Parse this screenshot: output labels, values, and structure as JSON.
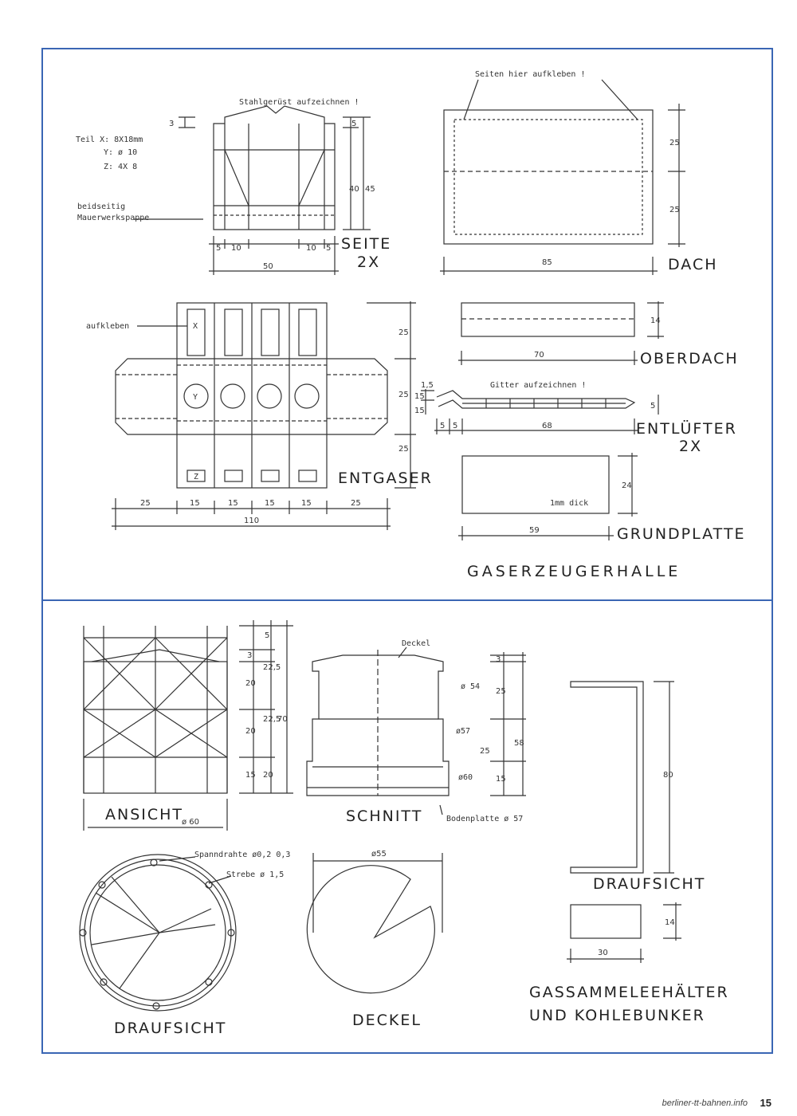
{
  "sections": {
    "top_title": "GASERZEUGERHALLE",
    "bottom_title_line1": "GASSAMMELEEHÄLTER",
    "bottom_title_line2": "UND KOHLEBUNKER"
  },
  "parts": {
    "seite": {
      "title": "SEITE",
      "count": "2X",
      "note_top": "Stahlgerüst aufzeichnen !",
      "legend_x": "Teil  X:  8X18mm",
      "legend_y": "Y:  ø 10",
      "legend_z": "Z:  4X 8",
      "note_side_1": "beidseitig",
      "note_side_2": "Mauerwerkspappe",
      "dims": {
        "d5a": "5",
        "d10a": "10",
        "d10b": "10",
        "d5b": "5",
        "w": "50",
        "h40": "40",
        "h45": "45",
        "t3": "3",
        "t5": "5"
      }
    },
    "dach": {
      "title": "DACH",
      "note": "Seiten  hier  aufkleben !",
      "w": "85",
      "h1": "25",
      "h2": "25"
    },
    "entgaser": {
      "title": "ENTGASER",
      "note": "aufkleben",
      "x": "X",
      "y": "Y",
      "z": "Z",
      "dims": {
        "a": "25",
        "b": "15",
        "c": "15",
        "d": "15",
        "e": "15",
        "f": "25",
        "total": "110",
        "v1": "25",
        "v2": "25",
        "v3": "25",
        "v4": "15",
        "v5": "15"
      }
    },
    "oberdach": {
      "title": "OBERDACH",
      "w": "70",
      "h": "14"
    },
    "entluefter": {
      "title": "ENTLÜFTER",
      "count": "2X",
      "note": "Gitter  aufzeichnen !",
      "d1": "5",
      "d2": "5",
      "w": "68",
      "h": "5",
      "v1": "1,5"
    },
    "grundplatte": {
      "title": "GRUNDPLATTE",
      "w": "59",
      "h": "24",
      "note": "1mm dick"
    },
    "ansicht": {
      "title": "ANSICHT",
      "dia": "ø 60",
      "d5": "5",
      "d3": "3",
      "d225a": "22,5",
      "d20a": "20",
      "d225b": "22,5",
      "d20b": "20",
      "d70": "70",
      "d15": "15",
      "d20c": "20"
    },
    "schnitt": {
      "title": "SCHNITT",
      "deckel": "Deckel",
      "d54": "ø 54",
      "d57": "ø57",
      "d60": "ø60",
      "boden": "Bodenplatte ø 57",
      "d3": "3",
      "d25a": "25",
      "d25b": "25",
      "d15": "15",
      "d58": "58"
    },
    "draufsicht_round": {
      "title": "DRAUFSICHT",
      "note1": "Spanndrahte  ø0,2  0,3",
      "note2": "Strebe  ø 1,5"
    },
    "deckel": {
      "title": "DECKEL",
      "dia": "ø55"
    },
    "draufsicht_bunker": {
      "title": "DRAUFSICHT",
      "h": "80"
    },
    "bunker_plate": {
      "w": "30",
      "h": "14"
    }
  },
  "footer": {
    "site": "berliner-tt-bahnen.info",
    "page": "15"
  }
}
